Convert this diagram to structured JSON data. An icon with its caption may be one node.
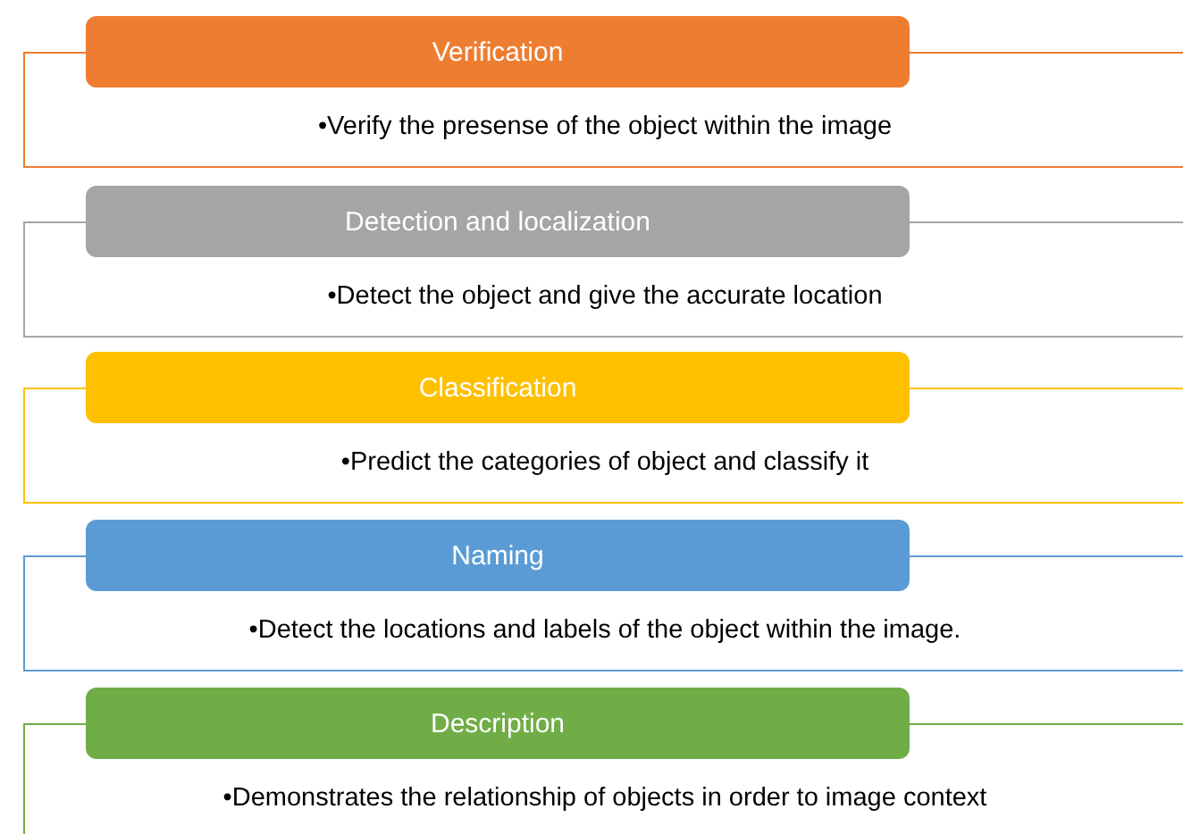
{
  "diagram": {
    "nodes": [
      {
        "text": [
          "Verification",
          "•Verify the presense of the object within the image"
        ]
      },
      {
        "text": [
          "Detection and localization",
          "•Detect the object and give the accurate location"
        ]
      },
      {
        "text": [
          "Classification",
          "•Predict the categories of object and classify it"
        ]
      },
      {
        "text": [
          "Naming",
          "•Detect the locations and labels of the object within the image."
        ]
      },
      {
        "text": [
          "Description",
          "•Demonstrates the relationship of objects in order to image context"
        ]
      }
    ]
  }
}
